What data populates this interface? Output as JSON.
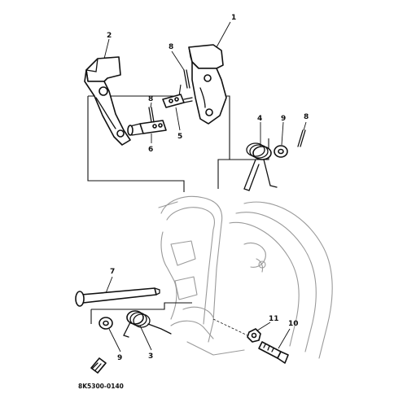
{
  "diagram": {
    "callouts": {
      "c1": "1",
      "c2": "2",
      "c3": "3",
      "c4": "4",
      "c5": "5",
      "c6": "6",
      "c7": "7",
      "c8a": "8",
      "c8b": "8",
      "c8c": "8",
      "c9a": "9",
      "c9b": "9",
      "c10": "10",
      "c11": "11"
    },
    "reference_code": "8K5300-0140"
  }
}
